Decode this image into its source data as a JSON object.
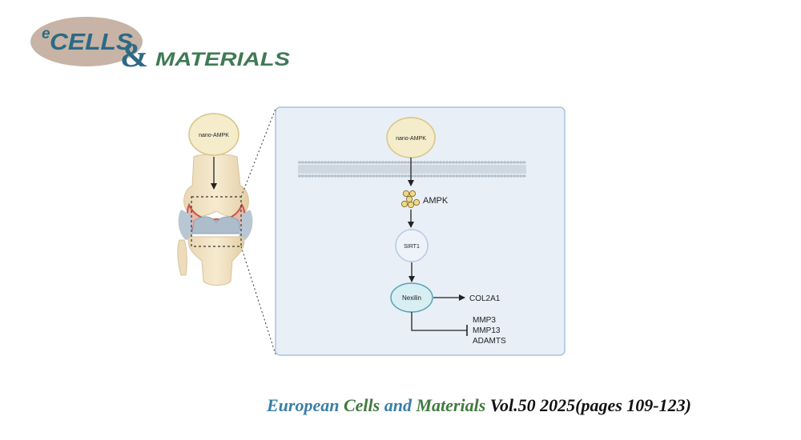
{
  "logo": {
    "text_e": "e",
    "text_cells": "CELLS",
    "text_amp": "&",
    "text_materials": "MATERIALS",
    "colors": {
      "oval": "#c7b4a6",
      "cells": "#2c6a84",
      "materials": "#3f7a55"
    }
  },
  "diagram": {
    "left_node": "nano-AMPK",
    "top_node": "nano-AMPK",
    "ampk_label": "AMPK",
    "sirt1_label": "SIRT1",
    "nexilin_label": "Nexilin",
    "activated_target": "COL2A1",
    "inhibited_targets": [
      "MMP3",
      "MMP13",
      "ADAMTS"
    ],
    "colors": {
      "panel_bg": "#e8eff7",
      "panel_border": "#a9c3dd",
      "node_fill": "#f4eccb",
      "node_stroke": "#d6c585"
    }
  },
  "footer": {
    "part1": "European",
    "part2": "Cells",
    "part3": "and",
    "part4": "Materials",
    "part5": "Vol.50 2025(pages 109-123)",
    "colors": {
      "blue": "#3b7fa6",
      "green": "#3f7a3f",
      "black": "#111111"
    }
  }
}
